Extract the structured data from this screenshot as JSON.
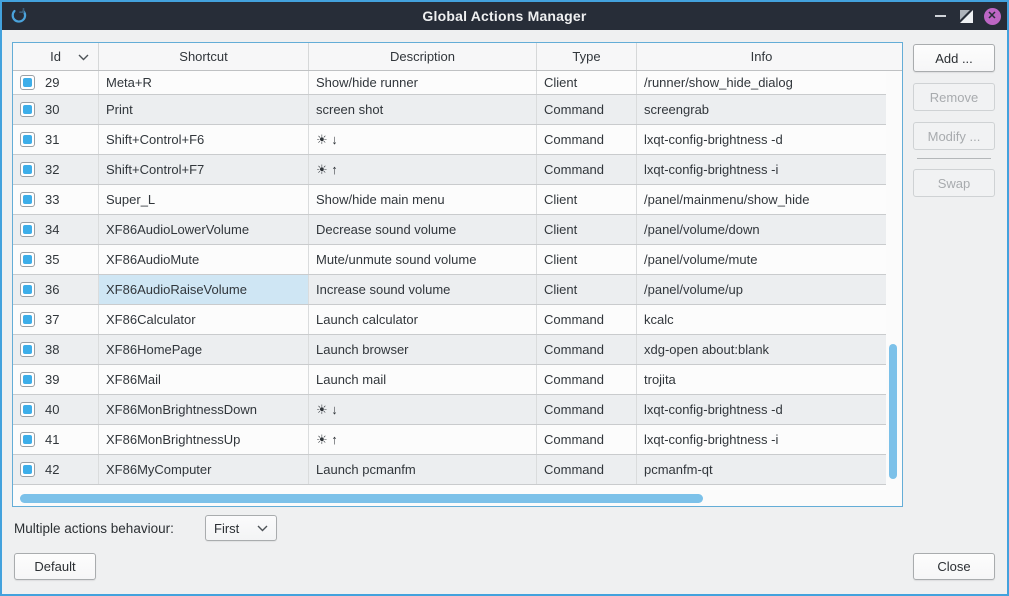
{
  "window": {
    "title": "Global Actions Manager",
    "controls": {
      "minimize": "minimize",
      "restore": "restore",
      "close": "close"
    }
  },
  "table": {
    "columns": [
      "Id",
      "Shortcut",
      "Description",
      "Type",
      "Info"
    ],
    "sorted_column": "Id",
    "rows": [
      {
        "id": "29",
        "checked": true,
        "shortcut": "Meta+R",
        "description": "Show/hide runner",
        "type": "Client",
        "info": "/runner/show_hide_dialog"
      },
      {
        "id": "30",
        "checked": true,
        "shortcut": "Print",
        "description": "screen shot",
        "type": "Command",
        "info": "screengrab"
      },
      {
        "id": "31",
        "checked": true,
        "shortcut": "Shift+Control+F6",
        "description": "☀ ↓",
        "type": "Command",
        "info": "lxqt-config-brightness -d"
      },
      {
        "id": "32",
        "checked": true,
        "shortcut": "Shift+Control+F7",
        "description": "☀ ↑",
        "type": "Command",
        "info": "lxqt-config-brightness -i"
      },
      {
        "id": "33",
        "checked": true,
        "shortcut": "Super_L",
        "description": "Show/hide main menu",
        "type": "Client",
        "info": "/panel/mainmenu/show_hide"
      },
      {
        "id": "34",
        "checked": true,
        "shortcut": "XF86AudioLowerVolume",
        "description": "Decrease sound volume",
        "type": "Client",
        "info": "/panel/volume/down"
      },
      {
        "id": "35",
        "checked": true,
        "shortcut": "XF86AudioMute",
        "description": "Mute/unmute sound volume",
        "type": "Client",
        "info": "/panel/volume/mute"
      },
      {
        "id": "36",
        "checked": true,
        "shortcut": "XF86AudioRaiseVolume",
        "description": "Increase sound volume",
        "type": "Client",
        "info": "/panel/volume/up",
        "selected_cell": "shortcut"
      },
      {
        "id": "37",
        "checked": true,
        "shortcut": "XF86Calculator",
        "description": "Launch calculator",
        "type": "Command",
        "info": "kcalc"
      },
      {
        "id": "38",
        "checked": true,
        "shortcut": "XF86HomePage",
        "description": "Launch browser",
        "type": "Command",
        "info": "xdg-open about:blank"
      },
      {
        "id": "39",
        "checked": true,
        "shortcut": "XF86Mail",
        "description": "Launch mail",
        "type": "Command",
        "info": "trojita"
      },
      {
        "id": "40",
        "checked": true,
        "shortcut": "XF86MonBrightnessDown",
        "description": "☀ ↓",
        "type": "Command",
        "info": "lxqt-config-brightness -d"
      },
      {
        "id": "41",
        "checked": true,
        "shortcut": "XF86MonBrightnessUp",
        "description": "☀ ↑",
        "type": "Command",
        "info": "lxqt-config-brightness -i"
      },
      {
        "id": "42",
        "checked": true,
        "shortcut": "XF86MyComputer",
        "description": "Launch pcmanfm",
        "type": "Command",
        "info": "pcmanfm-qt"
      }
    ]
  },
  "side_buttons": [
    {
      "label": "Add ...",
      "enabled": true
    },
    {
      "label": "Remove",
      "enabled": false
    },
    {
      "label": "Modify ...",
      "enabled": false
    },
    {
      "label": "Swap",
      "enabled": false
    }
  ],
  "footer": {
    "behaviour_label": "Multiple actions behaviour:",
    "behaviour_value": "First",
    "default_label": "Default",
    "close_label": "Close"
  },
  "icons": {
    "app": "circular-swirl-icon",
    "sort": "chevron-down-icon",
    "combo": "chevron-down-icon",
    "checkbox": "checked-checkbox"
  },
  "colors": {
    "window_border": "#43a2dd",
    "titlebar_bg": "#272d38",
    "close_button": "#bd66c4",
    "accent": "#3daee9",
    "scrollbar": "#7cc1e9",
    "selected_cell": "#cfe6f4",
    "row_alt": "#eceef0",
    "table_border": "#64add7"
  }
}
